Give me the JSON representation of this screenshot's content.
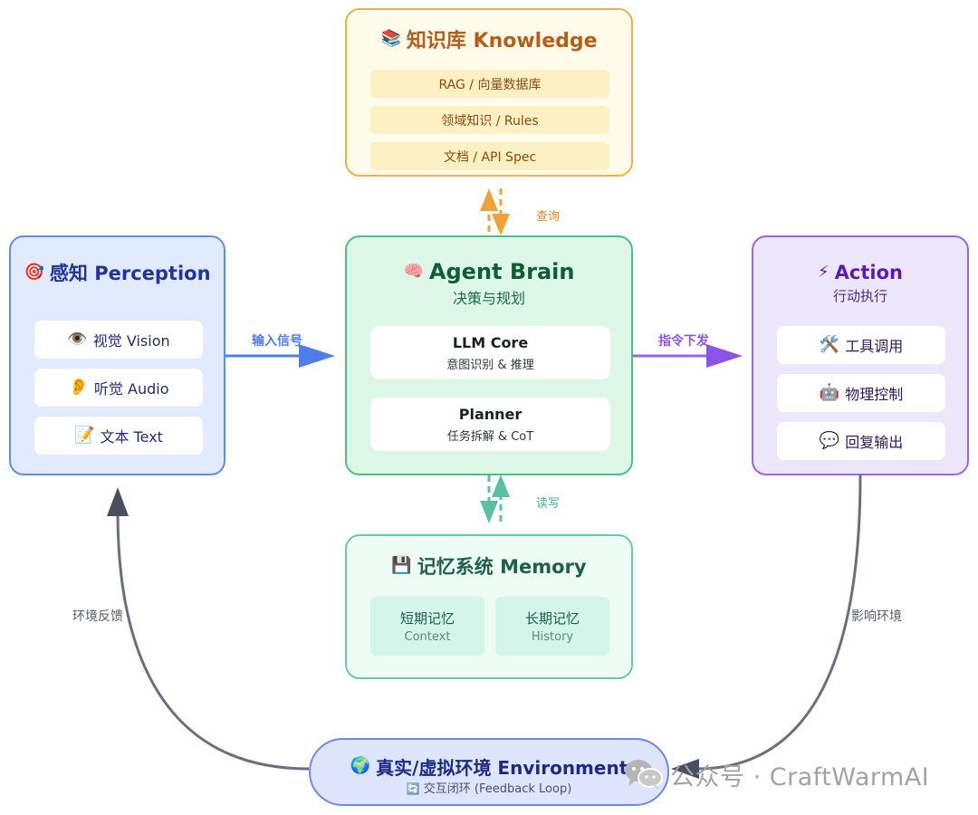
{
  "knowledge": {
    "icon": "books-icon",
    "emoji": "📚",
    "title": "知识库 Knowledge",
    "items": [
      "RAG / 向量数据库",
      "领域知识 / Rules",
      "文档 / API Spec"
    ],
    "color": "#f0b04a"
  },
  "perception": {
    "icon": "target-icon",
    "emoji": "🎯",
    "title": "感知 Perception",
    "items": [
      {
        "icon": "eye-icon",
        "emoji": "👁️",
        "label": "视觉 Vision"
      },
      {
        "icon": "ear-icon",
        "emoji": "👂",
        "label": "听觉 Audio"
      },
      {
        "icon": "memo-icon",
        "emoji": "📝",
        "label": "文本 Text"
      }
    ],
    "color": "#5d8df0"
  },
  "brain": {
    "icon": "brain-icon",
    "emoji": "🧠",
    "title": "Agent Brain",
    "subtitle": "决策与规划",
    "items": [
      {
        "name": "LLM Core",
        "desc": "意图识别 & 推理"
      },
      {
        "name": "Planner",
        "desc": "任务拆解 & CoT"
      }
    ],
    "color": "#4fbe86"
  },
  "action": {
    "icon": "lightning-icon",
    "emoji": "⚡",
    "title": "Action",
    "subtitle": "行动执行",
    "items": [
      {
        "icon": "tools-icon",
        "emoji": "🛠️",
        "label": "工具调用"
      },
      {
        "icon": "robot-icon",
        "emoji": "🤖",
        "label": "物理控制"
      },
      {
        "icon": "speech-bubble-icon",
        "emoji": "💬",
        "label": "回复输出"
      }
    ],
    "color": "#9a63ec"
  },
  "memory": {
    "icon": "floppy-disk-icon",
    "emoji": "💾",
    "title": "记忆系统 Memory",
    "items": [
      {
        "name": "短期记忆",
        "desc": "Context"
      },
      {
        "name": "长期记忆",
        "desc": "History"
      }
    ],
    "color": "#6cc7a8"
  },
  "environment": {
    "icon": "globe-icon",
    "emoji": "🌍",
    "title": "真实/虚拟环境 Environment",
    "subtitle_icon": "cycle-icon",
    "subtitle_emoji": "🔄",
    "subtitle": "交互闭环 (Feedback Loop)",
    "color": "#6f86ee"
  },
  "connectors": {
    "input_label": "输入信号",
    "command_label": "指令下发",
    "query_label": "查询",
    "readwrite_label": "读写",
    "feedback_label": "环境反馈",
    "effect_label": "影响环境"
  },
  "watermark": {
    "icon": "wechat-icon",
    "text": "公众号 · CraftWarmAI"
  }
}
